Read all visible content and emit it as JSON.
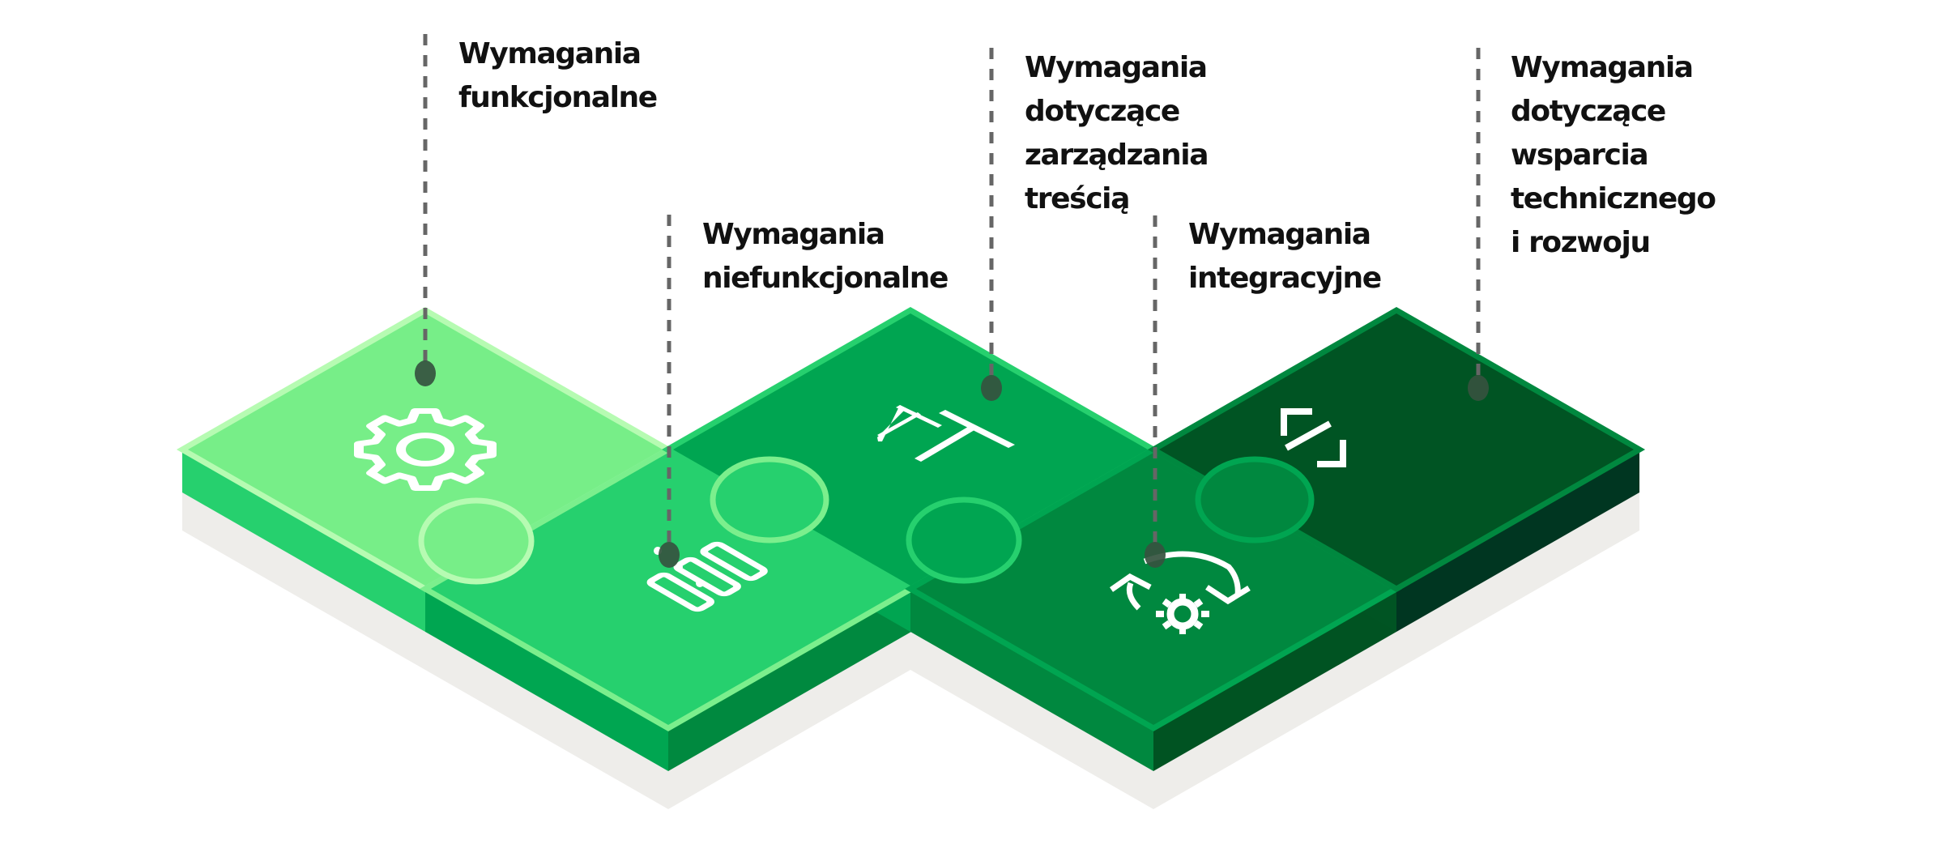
{
  "diagram": {
    "type": "isometric-puzzle",
    "pieces": [
      {
        "id": "functional",
        "label_lines": [
          "Wymagania",
          "funkcjonalne"
        ],
        "icon": "gear-icon",
        "colors": {
          "top": "#77EE88",
          "edge": "#B6FBB2",
          "side_left": "#26D06E",
          "side_right": "#26D06E"
        }
      },
      {
        "id": "non-functional",
        "label_lines": [
          "Wymagania",
          "niefunkcjonalne"
        ],
        "icon": "server-rack-icon",
        "colors": {
          "top": "#26D06E",
          "edge": "#7BEF8D",
          "side_left": "#00A651",
          "side_right": "#00893F"
        }
      },
      {
        "id": "content-management",
        "label_lines": [
          "Wymagania",
          "dotyczące",
          "zarządzania",
          "treścią"
        ],
        "icon": "text-type-icon",
        "colors": {
          "top": "#00A551",
          "edge": "#26D06E",
          "side_left": "#00A551",
          "side_right": "#00883F"
        }
      },
      {
        "id": "integration",
        "label_lines": [
          "Wymagania",
          "integracyjne"
        ],
        "icon": "sync-gear-icon",
        "colors": {
          "top": "#00883F",
          "edge": "#00A551",
          "side_left": "#00883F",
          "side_right": "#005322"
        }
      },
      {
        "id": "support-development",
        "label_lines": [
          "Wymagania",
          "dotyczące",
          "wsparcia",
          "technicznego",
          "i rozwoju"
        ],
        "icon": "code-icon",
        "colors": {
          "top": "#005423",
          "edge": "#00883F",
          "side_left": "#005423",
          "side_right": "#003621"
        }
      }
    ],
    "colors": {
      "shadow": "#EEEDEA",
      "leader_line": "#666666",
      "marker_dot": "#35533F",
      "icon_stroke": "#FFFFFF",
      "text": "#111111"
    }
  }
}
